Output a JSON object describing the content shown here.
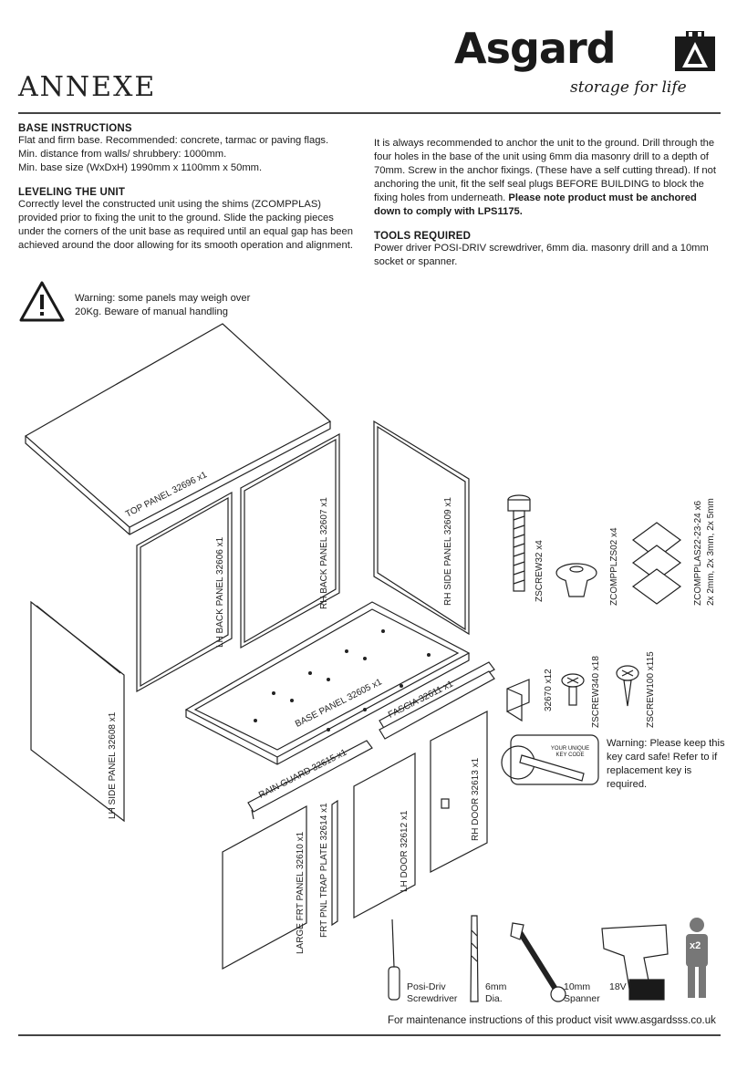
{
  "header": {
    "title": "ANNEXE",
    "brand": "Asgard",
    "tagline": "storage for life"
  },
  "base_instructions": {
    "heading": "BASE INSTRUCTIONS",
    "lines": [
      "Flat and firm base. Recommended: concrete, tarmac or paving flags.",
      "Min. distance from walls/ shrubbery: 1000mm.",
      "Min. base size (WxDxH) 1990mm x 1100mm x 50mm."
    ]
  },
  "leveling": {
    "heading": "LEVELING THE UNIT",
    "text": "Correctly level the constructed unit using the shims (ZCOMPPLAS) provided prior to fixing the unit to the ground. Slide the packing pieces under the corners of the unit base as required until an equal gap has been achieved around the door allowing for its smooth operation and alignment."
  },
  "anchor": {
    "text": "It is always recommended to anchor the unit to the ground. Drill through the four holes in the base of the unit using 6mm dia masonry drill to a depth of 70mm. Screw in the anchor fixings. (These have a self cutting thread). If not anchoring the unit, fit the self seal plugs BEFORE BUILDING to block the fixing holes from underneath.",
    "bold": "Please note product must be anchored down to comply with LPS1175."
  },
  "tools": {
    "heading": "TOOLS REQUIRED",
    "text": "Power driver POSI-DRIV screwdriver, 6mm dia. masonry drill and a 10mm socket or spanner."
  },
  "warning": {
    "text": "Warning: some panels may weigh over 20Kg. Beware of manual handling"
  },
  "panels": {
    "top": "TOP PANEL 32696 x1",
    "lh_back": "LH BACK PANEL 32606 x1",
    "rh_back": "RH BACK PANEL 32607 x1",
    "rh_side": "RH SIDE PANEL 32609 x1",
    "lh_side": "LH SIDE PANEL 32608 x1",
    "base": "BASE PANEL 32605 x1",
    "fascia": "FASCIA 32611 x1",
    "rain_guard": "RAIN GUARD 32615 x1",
    "large_frt": "LARGE FRT PANEL 32610 x1",
    "trap_plate": "FRT PNL TRAP PLATE 32614 x1",
    "lh_door": "LH DOOR 32612 x1",
    "rh_door": "RH DOOR 32613 x1"
  },
  "fixings": {
    "zscrew32": "ZSCREW32 x4",
    "zcompplzs02": "ZCOMPPLZS02 x4",
    "zcompplas": "ZCOMPPLAS22-23-24 x6",
    "zcompplas_detail": "2x 2mm, 2x 3mm, 2x 5mm",
    "bracket": "32670 x12",
    "zscrew340": "ZSCREW340 x18",
    "zscrew100": "ZSCREW100 x115"
  },
  "keycard": {
    "card_text": "YOUR UNIQUE KEY CODE",
    "warning": "Warning: Please keep this key card safe! Refer to if replacement key is required."
  },
  "tools_icons": {
    "screwdriver": "Posi-Driv Screwdriver",
    "drill_bit_a": "6mm",
    "drill_bit_b": "Dia.",
    "spanner_a": "10mm",
    "spanner_b": "Spanner",
    "power": "18V",
    "persons": "x2"
  },
  "footer": {
    "text": "For maintenance instructions of this product visit www.asgardsss.co.uk"
  }
}
